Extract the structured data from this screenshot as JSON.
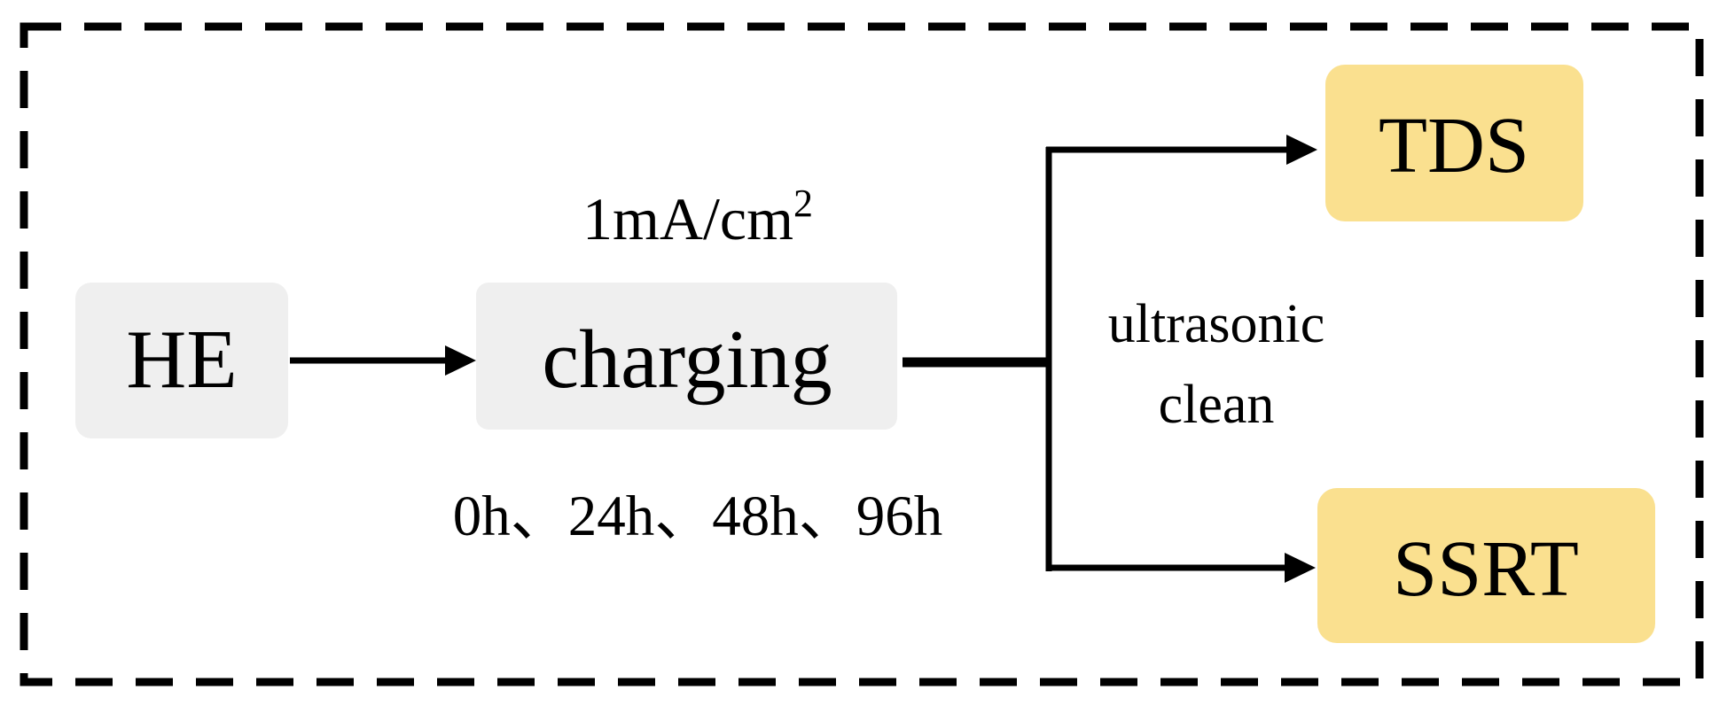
{
  "nodes": {
    "he": "HE",
    "charging": "charging",
    "tds": "TDS",
    "ssrt": "SSRT"
  },
  "labels": {
    "current_density": "1mA/cm",
    "current_density_sup": "2",
    "durations": "0h、24h、48h、96h",
    "process_line1": "ultrasonic",
    "process_line2": "clean"
  },
  "colors": {
    "process_box": "#efefef",
    "test_box": "#fae08f",
    "line": "#000000"
  }
}
